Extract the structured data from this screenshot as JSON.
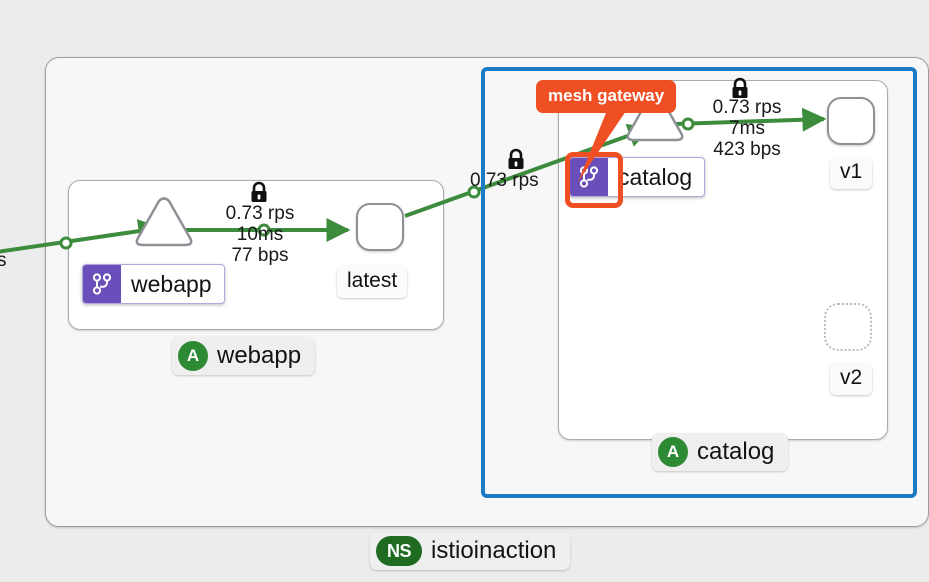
{
  "graph": {
    "namespace": {
      "badge": "NS",
      "label": "istioinaction"
    },
    "apps": [
      {
        "id": "webapp",
        "badge": "A",
        "label": "webapp"
      },
      {
        "id": "catalog",
        "badge": "A",
        "label": "catalog"
      }
    ],
    "services": [
      {
        "id": "webapp-svc",
        "label": "webapp",
        "icon": "mesh-workload-icon"
      },
      {
        "id": "catalog-svc",
        "label": "catalog",
        "icon": "mesh-workload-icon"
      }
    ],
    "workloads": [
      {
        "id": "latest",
        "label": "latest",
        "state": "active"
      },
      {
        "id": "v1",
        "label": "v1",
        "state": "active"
      },
      {
        "id": "v2",
        "label": "v2",
        "state": "idle"
      }
    ],
    "edges": [
      {
        "id": "webapp-edge",
        "from": "webapp-service",
        "to": "latest",
        "secure": true,
        "lock_icon": "lock-icon",
        "rps": "0.73 rps",
        "latency": "10ms",
        "throughput": "77 bps"
      },
      {
        "id": "webapp-to-catalog-edge",
        "from": "latest",
        "to": "catalog-service",
        "secure": true,
        "lock_icon": "lock-icon",
        "rps": "0.73 rps"
      },
      {
        "id": "catalog-edge",
        "from": "catalog-service",
        "to": "v1",
        "secure": true,
        "lock_icon": "lock-icon",
        "rps": "0.73 rps",
        "latency": "7ms",
        "throughput": "423 bps"
      }
    ],
    "annotation": {
      "label": "mesh gateway",
      "target": "catalog-svc-icon"
    },
    "clipped_text": "s",
    "colors": {
      "edge": "#3d8b3d",
      "selection": "#1b7bc4",
      "annotation": "#f04e23",
      "app_badge": "#2d8a34",
      "ns_badge": "#1f6b22",
      "service_badge": "#6a4fbb"
    }
  }
}
